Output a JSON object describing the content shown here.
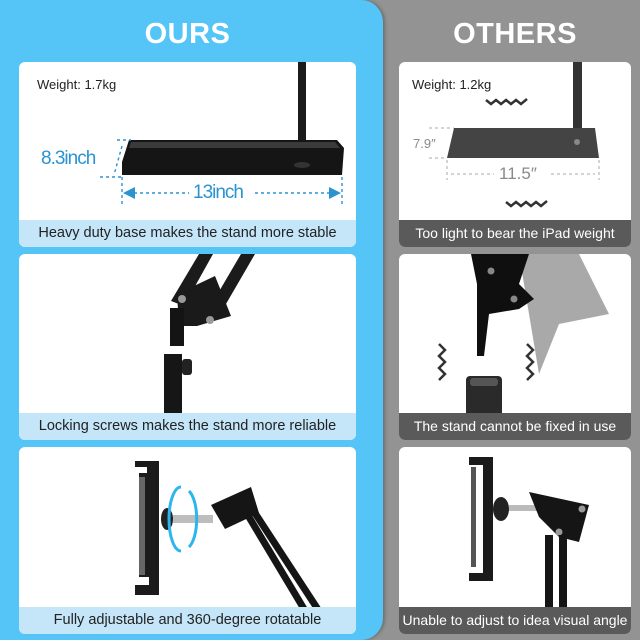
{
  "columns": {
    "ours": {
      "heading": "OURS",
      "background_color": "#55c4f7",
      "caption_color": "#c4e6f8",
      "cards": [
        {
          "caption": "Heavy duty base makes the stand more stable",
          "weight_label": "Weight: 1.7kg",
          "width_label": "13inch",
          "depth_label": "8.3inch"
        },
        {
          "caption": "Locking screws makes the stand more reliable"
        },
        {
          "caption": "Fully adjustable and 360-degree rotatable"
        }
      ]
    },
    "others": {
      "heading": "OTHERS",
      "background_color": "#939393",
      "caption_color": "#5a5a5a",
      "cards": [
        {
          "caption": "Too light to bear the iPad weight",
          "weight_label": "Weight: 1.2kg",
          "width_label": "11.5″",
          "depth_label": "7.9″"
        },
        {
          "caption": "The stand cannot be fixed in use"
        },
        {
          "caption": "Unable to adjust to idea visual angle"
        }
      ]
    }
  }
}
